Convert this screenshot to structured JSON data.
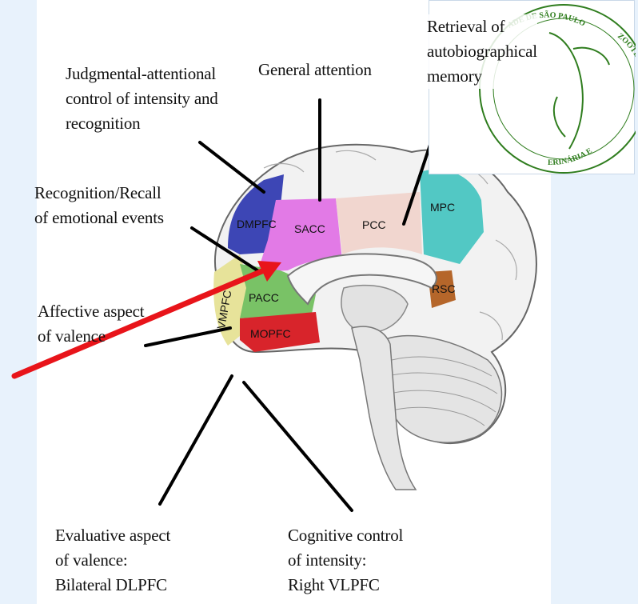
{
  "seal": {
    "top_text": "ADE DE SÃO PAULO",
    "right_text": "ZOOTECNIA",
    "bottom_text": "ERINÁRIA E"
  },
  "labels": {
    "judgmental": "Judgmental-attentional\ncontrol of intensity and\nrecognition",
    "general_attention": "General attention",
    "retrieval": "Retrieval of\nautobiographical\nmemory",
    "recognition_recall": "Recognition/Recall\nof emotional events",
    "affective": "Affective aspect\nof valence",
    "evaluative": "Evaluative aspect\nof valence:\nBilateral DLPFC",
    "cognitive": "Cognitive control\nof intensity:\nRight VLPFC"
  },
  "regions": {
    "dmpfc": "DMPFC",
    "sacc": "SACC",
    "pcc": "PCC",
    "mpc": "MPC",
    "rsc": "RSC",
    "vmpfc": "VMPFC",
    "pacc": "PACC",
    "mopfc": "MOPFC"
  },
  "colors": {
    "background": "#e8f2fc",
    "pointer_arrow": "#e8141a",
    "dmpfc": "#3d46b5",
    "sacc": "#e27ae6",
    "pcc": "#f1d6cf",
    "mpc": "#52c8c4",
    "rsc": "#b5662a",
    "vmpfc": "#e7e39a",
    "pacc": "#79c266",
    "mopfc": "#d8242b",
    "seal_green": "#2f7d1e"
  }
}
